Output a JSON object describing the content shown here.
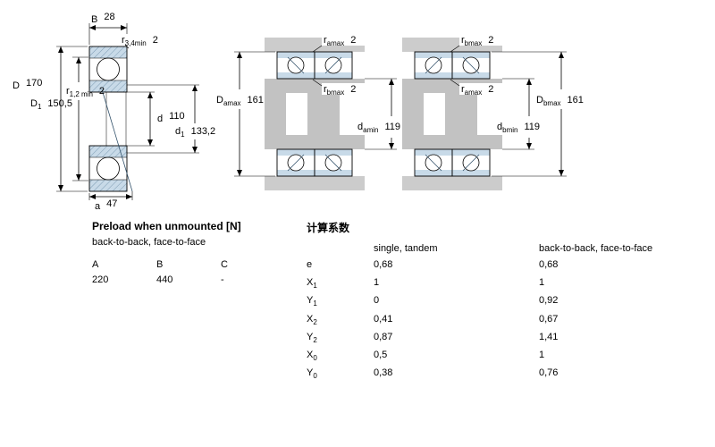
{
  "drawing": {
    "left": {
      "B": {
        "main": "B",
        "sub": "",
        "value": "28"
      },
      "r34": {
        "main": "r",
        "sub": "3,4min",
        "value": "2"
      },
      "D": {
        "main": "D",
        "sub": "",
        "value": "170"
      },
      "D1": {
        "main": "D",
        "sub": "1",
        "value": "150,5"
      },
      "r12": {
        "main": "r",
        "sub": "1,2 min",
        "value": "2"
      },
      "d": {
        "main": "d",
        "sub": "",
        "value": "110"
      },
      "d1": {
        "main": "d",
        "sub": "1",
        "value": "133,2"
      },
      "a": {
        "main": "a",
        "sub": "",
        "value": "47"
      }
    },
    "arr1": {
      "ra": {
        "main": "r",
        "sub": "amax",
        "value": "2"
      },
      "Da": {
        "main": "D",
        "sub": "amax",
        "value": "161"
      },
      "rb": {
        "main": "r",
        "sub": "bmax",
        "value": "2"
      },
      "da": {
        "main": "d",
        "sub": "amin",
        "value": "119"
      }
    },
    "arr2": {
      "rb": {
        "main": "r",
        "sub": "bmax",
        "value": "2"
      },
      "ra": {
        "main": "r",
        "sub": "amax",
        "value": "2"
      },
      "db": {
        "main": "d",
        "sub": "bmin",
        "value": "119"
      },
      "Db": {
        "main": "D",
        "sub": "bmax",
        "value": "161"
      }
    }
  },
  "preload": {
    "title": "Preload when unmounted [N]",
    "subtitle": "back-to-back, face-to-face",
    "headers": [
      "A",
      "B",
      "C"
    ],
    "values": [
      "220",
      "440",
      "-"
    ]
  },
  "factors": {
    "title": "计算系数",
    "col1": "single, tandem",
    "col2": "back-to-back, face-to-face",
    "rows": [
      {
        "main": "e",
        "sub": "",
        "v1": "0,68",
        "v2": "0,68"
      },
      {
        "main": "X",
        "sub": "1",
        "v1": "1",
        "v2": "1"
      },
      {
        "main": "Y",
        "sub": "1",
        "v1": "0",
        "v2": "0,92"
      },
      {
        "main": "X",
        "sub": "2",
        "v1": "0,41",
        "v2": "0,67"
      },
      {
        "main": "Y",
        "sub": "2",
        "v1": "0,87",
        "v2": "1,41"
      },
      {
        "main": "X",
        "sub": "0",
        "v1": "0,5",
        "v2": "1"
      },
      {
        "main": "Y",
        "sub": "0",
        "v1": "0,38",
        "v2": "0,76"
      }
    ]
  },
  "colors": {
    "housing_gray": "#cccccc",
    "shaft_gray": "#c2c2c2",
    "ring_blue": "#c8dae8",
    "hatch_blue": "#7e9cb4"
  }
}
